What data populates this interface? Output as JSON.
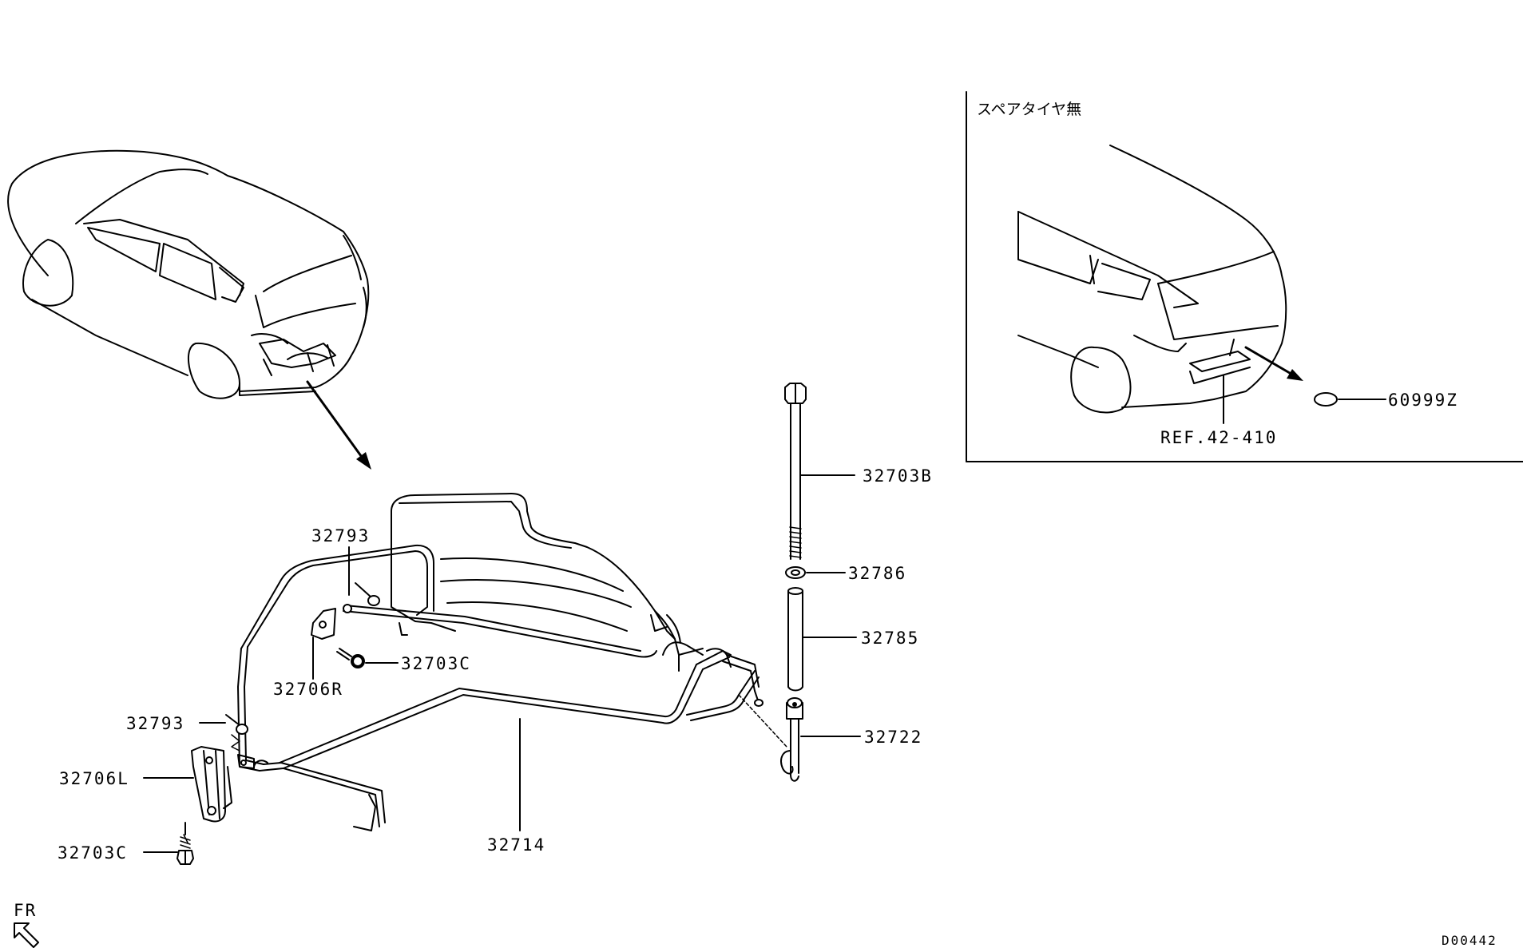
{
  "inset": {
    "title": "スペアタイヤ無",
    "ref_label": "REF.42-410",
    "part_label": "60999Z"
  },
  "parts": {
    "p32703B": "32703B",
    "p32786": "32786",
    "p32785": "32785",
    "p32722": "32722",
    "p32793_top": "32793",
    "p32703C_right": "32703C",
    "p32706R": "32706R",
    "p32793_left": "32793",
    "p32706L": "32706L",
    "p32703C_bottom": "32703C",
    "p32714": "32714"
  },
  "orientation_label": "FR",
  "drawing_code": "D00442"
}
